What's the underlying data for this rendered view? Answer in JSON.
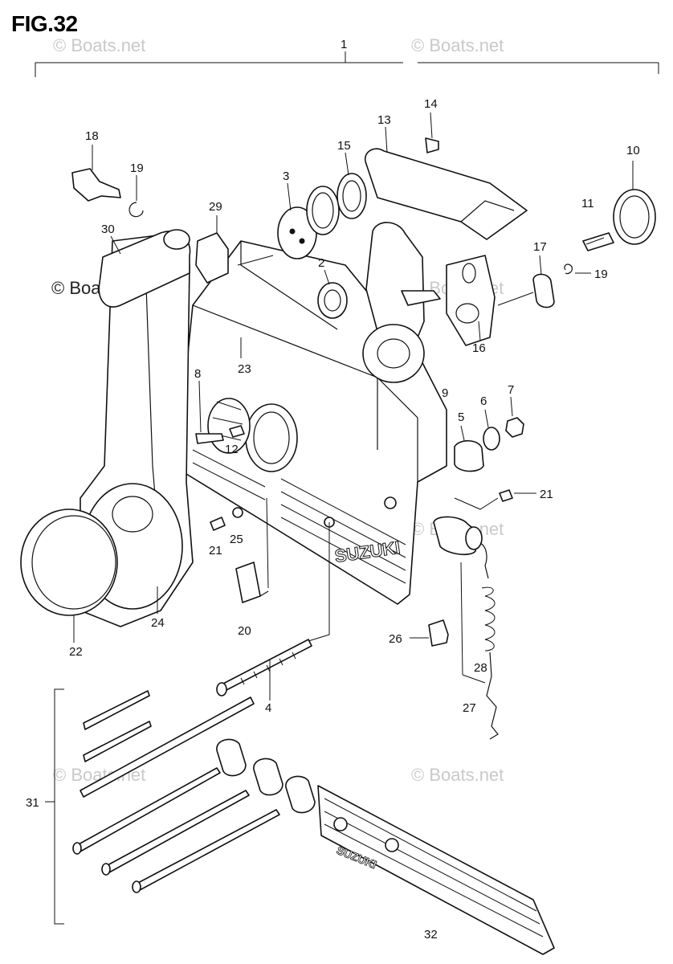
{
  "figure": {
    "title": "FIG.32"
  },
  "watermark": {
    "text": "© Boats.net"
  },
  "brand": {
    "housing_label": "SUZUKI",
    "cover_label": "SUZUKI"
  },
  "parts": [
    {
      "id": "1",
      "label": "1"
    },
    {
      "id": "2",
      "label": "2"
    },
    {
      "id": "3",
      "label": "3"
    },
    {
      "id": "4",
      "label": "4"
    },
    {
      "id": "5",
      "label": "5"
    },
    {
      "id": "6",
      "label": "6"
    },
    {
      "id": "7",
      "label": "7"
    },
    {
      "id": "8",
      "label": "8"
    },
    {
      "id": "9",
      "label": "9"
    },
    {
      "id": "10",
      "label": "10"
    },
    {
      "id": "11",
      "label": "11"
    },
    {
      "id": "12",
      "label": "12"
    },
    {
      "id": "13",
      "label": "13"
    },
    {
      "id": "14",
      "label": "14"
    },
    {
      "id": "15",
      "label": "15"
    },
    {
      "id": "16",
      "label": "16"
    },
    {
      "id": "17",
      "label": "17"
    },
    {
      "id": "18",
      "label": "18"
    },
    {
      "id": "19a",
      "label": "19"
    },
    {
      "id": "19b",
      "label": "19"
    },
    {
      "id": "20",
      "label": "20"
    },
    {
      "id": "21a",
      "label": "21"
    },
    {
      "id": "21b",
      "label": "21"
    },
    {
      "id": "22",
      "label": "22"
    },
    {
      "id": "23",
      "label": "23"
    },
    {
      "id": "24",
      "label": "24"
    },
    {
      "id": "25",
      "label": "25"
    },
    {
      "id": "26",
      "label": "26"
    },
    {
      "id": "27",
      "label": "27"
    },
    {
      "id": "28",
      "label": "28"
    },
    {
      "id": "29",
      "label": "29"
    },
    {
      "id": "30",
      "label": "30"
    },
    {
      "id": "31",
      "label": "31"
    },
    {
      "id": "32",
      "label": "32"
    }
  ]
}
